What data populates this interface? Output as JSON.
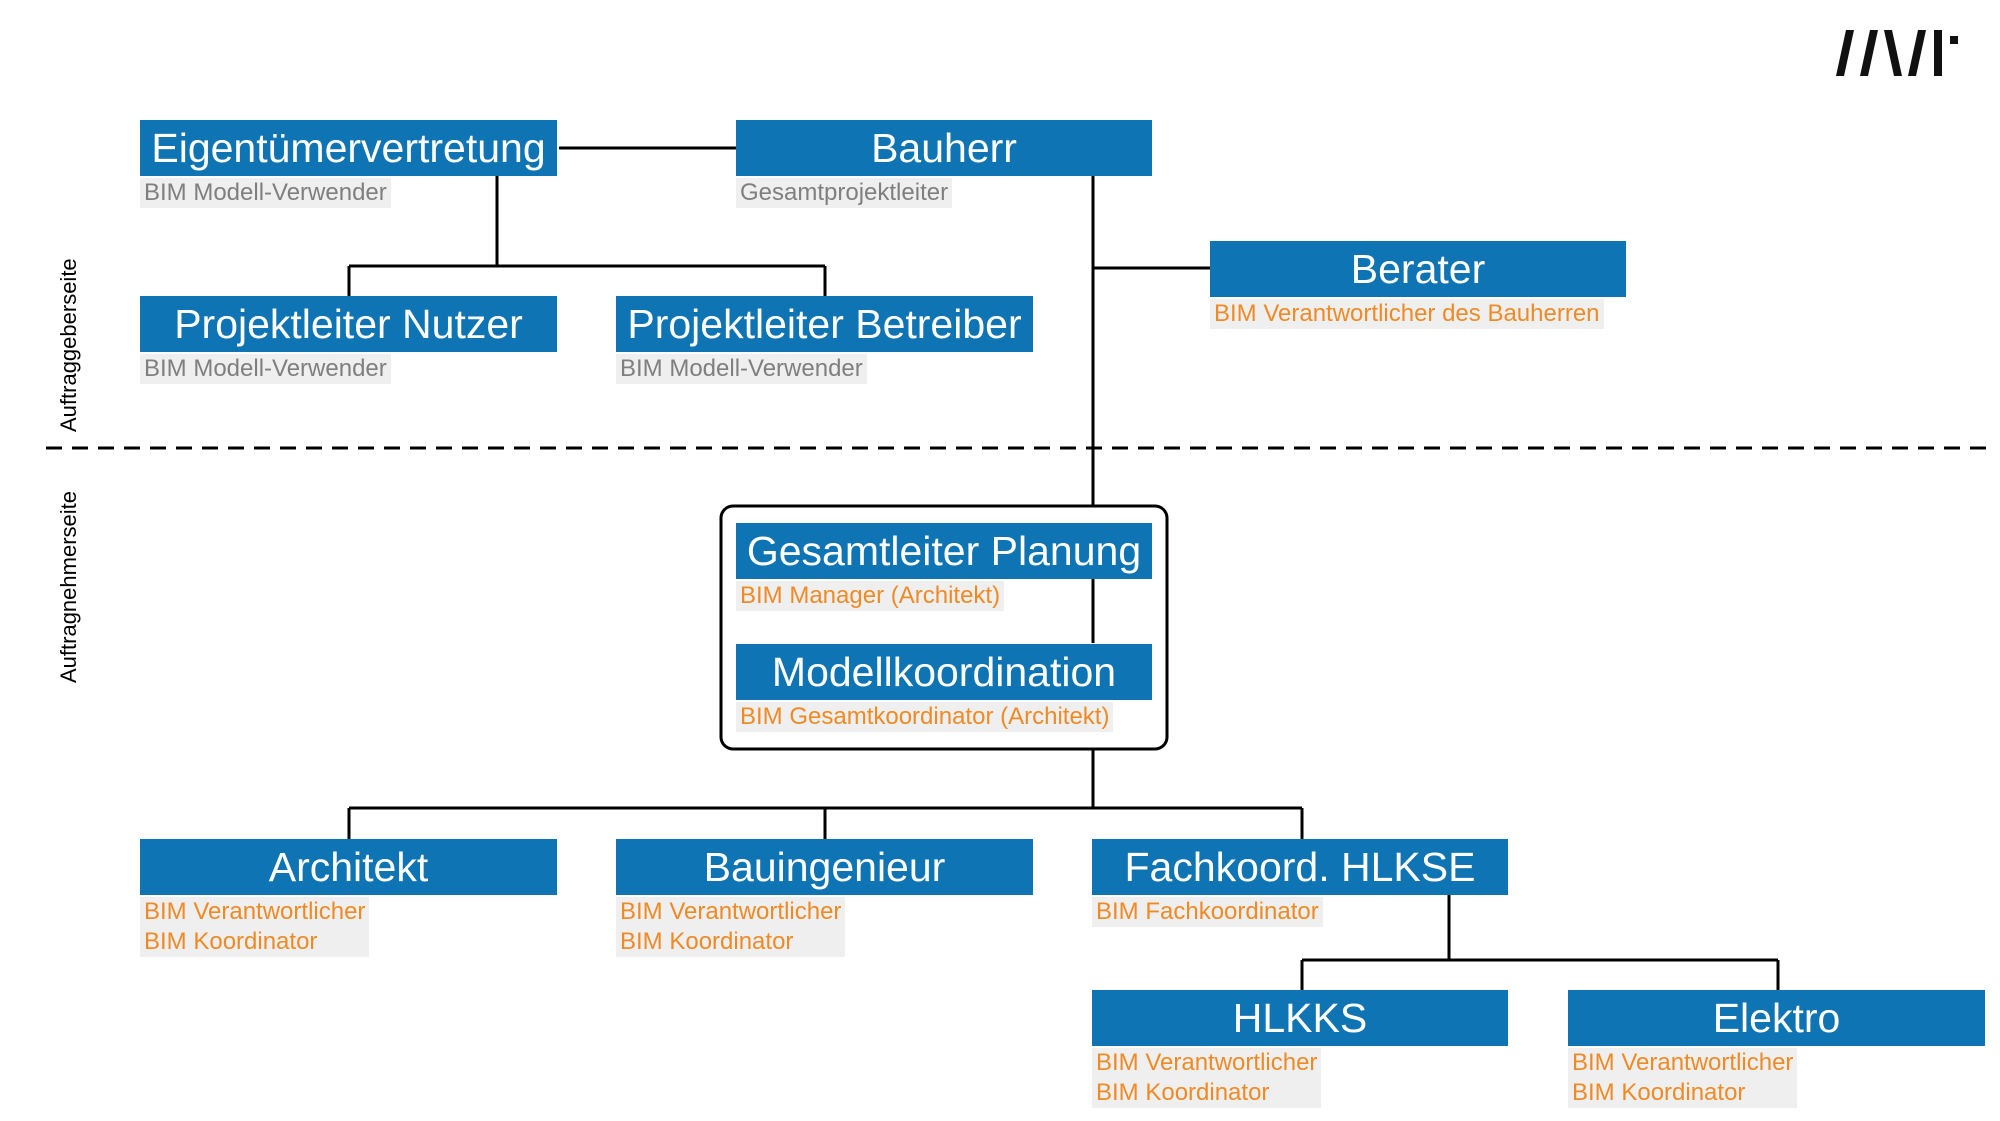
{
  "logo": {
    "name": "brand-logo-icon",
    "text": "//\\//·"
  },
  "sections": {
    "client_side": "Auftraggeberseite",
    "contractor_side": "Auftragnehmerseite"
  },
  "nodes": {
    "eigentuemer": {
      "title": "Eigentümervertretung",
      "roles": [
        "BIM Modell-Verwender"
      ]
    },
    "bauherr": {
      "title": "Bauherr",
      "roles": [
        "Gesamtprojektleiter"
      ]
    },
    "berater": {
      "title": "Berater",
      "roles": [
        "BIM Verantwortlicher des Bauherren"
      ]
    },
    "pl_nutzer": {
      "title": "Projektleiter Nutzer",
      "roles": [
        "BIM Modell-Verwender"
      ]
    },
    "pl_betreiber": {
      "title": "Projektleiter Betreiber",
      "roles": [
        "BIM Modell-Verwender"
      ]
    },
    "gesamtleiter": {
      "title": "Gesamtleiter Planung",
      "roles": [
        "BIM Manager (Architekt)"
      ]
    },
    "modellkoordination": {
      "title": "Modellkoordination",
      "roles": [
        "BIM Gesamtkoordinator (Architekt)"
      ]
    },
    "architekt": {
      "title": "Architekt",
      "roles": [
        "BIM Verantwortlicher",
        "BIM Koordinator"
      ]
    },
    "bauingenieur": {
      "title": "Bauingenieur",
      "roles": [
        "BIM Verantwortlicher",
        "BIM Koordinator"
      ]
    },
    "fachkoord": {
      "title": "Fachkoord. HLKSE",
      "roles": [
        "BIM Fachkoordinator"
      ]
    },
    "hlkks": {
      "title": "HLKKS",
      "roles": [
        "BIM Verantwortlicher",
        "BIM Koordinator"
      ]
    },
    "elektro": {
      "title": "Elektro",
      "roles": [
        "BIM Verantwortlicher",
        "BIM Koordinator"
      ]
    }
  },
  "colors": {
    "box_fill": "#0e74b3",
    "role_client": "#7f7f7f",
    "role_contractor": "#f08a24",
    "role_background": "#efefef",
    "connector": "#000000"
  }
}
